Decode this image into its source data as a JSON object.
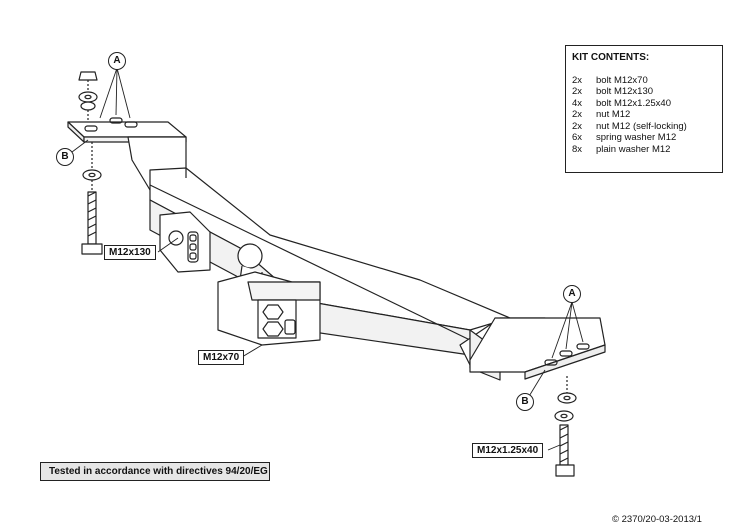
{
  "kit": {
    "title": "KIT CONTENTS:",
    "items": [
      {
        "qty": "2x",
        "desc": "bolt M12x70"
      },
      {
        "qty": "2x",
        "desc": "bolt M12x130"
      },
      {
        "qty": "4x",
        "desc": "bolt M12x1.25x40"
      },
      {
        "qty": "2x",
        "desc": "nut M12"
      },
      {
        "qty": "2x",
        "desc": "nut M12 (self-locking)"
      },
      {
        "qty": "6x",
        "desc": "spring washer M12"
      },
      {
        "qty": "8x",
        "desc": "plain washer M12"
      }
    ]
  },
  "labels": {
    "bolt_left": "M12x130",
    "bolt_center": "M12x70",
    "bolt_right": "M12x1.25x40",
    "letter_a": "A",
    "letter_b": "B"
  },
  "note": "Tested in accordance with directives 94/20/EG",
  "copyright": "© 2370/20-03-2013/1"
}
